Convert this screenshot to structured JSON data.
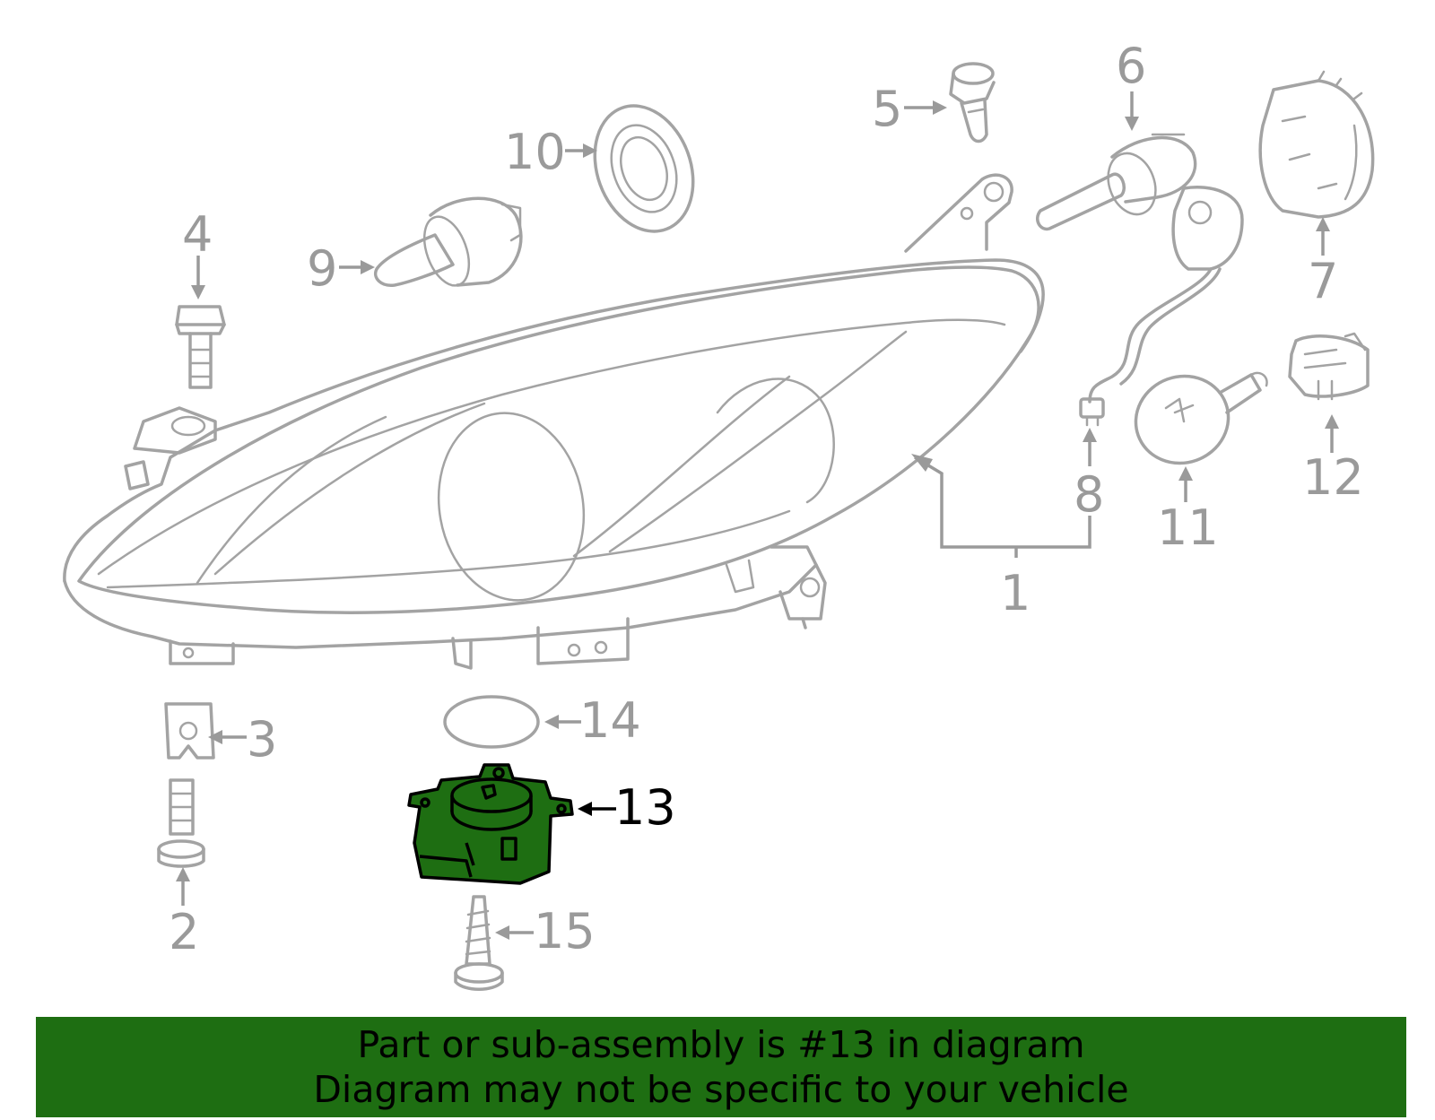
{
  "diagram": {
    "callouts": [
      {
        "id": "1",
        "label": "1"
      },
      {
        "id": "2",
        "label": "2"
      },
      {
        "id": "3",
        "label": "3"
      },
      {
        "id": "4",
        "label": "4"
      },
      {
        "id": "5",
        "label": "5"
      },
      {
        "id": "6",
        "label": "6"
      },
      {
        "id": "7",
        "label": "7"
      },
      {
        "id": "8",
        "label": "8"
      },
      {
        "id": "9",
        "label": "9"
      },
      {
        "id": "10",
        "label": "10"
      },
      {
        "id": "11",
        "label": "11"
      },
      {
        "id": "12",
        "label": "12"
      },
      {
        "id": "13",
        "label": "13"
      },
      {
        "id": "14",
        "label": "14"
      },
      {
        "id": "15",
        "label": "15"
      }
    ],
    "highlighted_part": "13",
    "colors": {
      "part_line": "#a3a3a3",
      "callout": "#9a9a9a",
      "highlight_fill": "#1e6e12",
      "highlight_text": "#000000"
    }
  },
  "footer": {
    "line1": "Part or sub-assembly is #13 in diagram",
    "line2": "Diagram may not be specific to your vehicle",
    "background": "#1e6e12"
  }
}
